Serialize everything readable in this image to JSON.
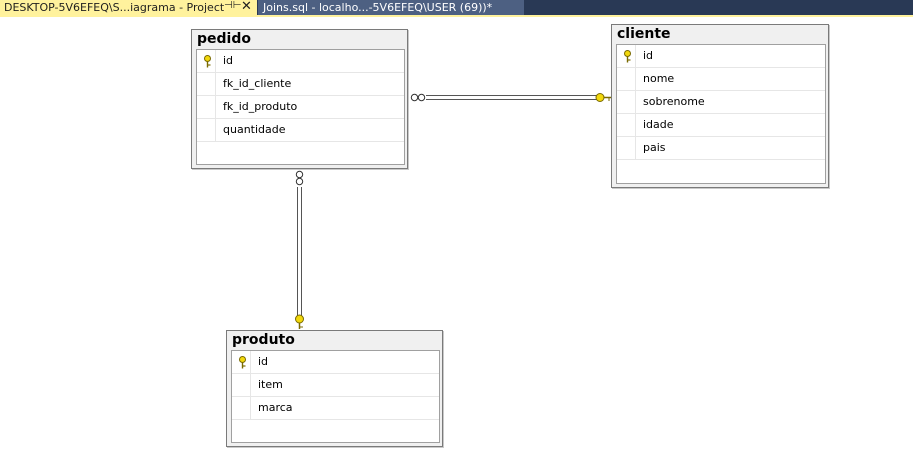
{
  "tabs": [
    {
      "label": "DESKTOP-5V6EFEQ\\S...iagrama - Project",
      "active": true
    },
    {
      "label": "Joins.sql - localho...-5V6EFEQ\\USER (69))*",
      "active": false
    }
  ],
  "icons": {
    "pin": "pin-icon",
    "close": "close-icon",
    "primary_key": "primary-key-icon"
  },
  "colors": {
    "tab_strip_background": "#293955",
    "active_tab": "#fff29d",
    "inactive_tab": "#4d6082",
    "relationship_line": "#555555",
    "key_icon": "#f2d80c"
  },
  "tables": {
    "pedido": {
      "title": "pedido",
      "columns": [
        {
          "name": "id",
          "primary_key": true
        },
        {
          "name": "fk_id_cliente",
          "primary_key": false
        },
        {
          "name": "fk_id_produto",
          "primary_key": false
        },
        {
          "name": "quantidade",
          "primary_key": false
        }
      ]
    },
    "cliente": {
      "title": "cliente",
      "columns": [
        {
          "name": "id",
          "primary_key": true
        },
        {
          "name": "nome",
          "primary_key": false
        },
        {
          "name": "sobrenome",
          "primary_key": false
        },
        {
          "name": "idade",
          "primary_key": false
        },
        {
          "name": "pais",
          "primary_key": false
        }
      ]
    },
    "produto": {
      "title": "produto",
      "columns": [
        {
          "name": "id",
          "primary_key": true
        },
        {
          "name": "item",
          "primary_key": false
        },
        {
          "name": "marca",
          "primary_key": false
        }
      ]
    }
  },
  "relationships": [
    {
      "from": "pedido",
      "to": "cliente",
      "from_end": "many",
      "to_end": "one"
    },
    {
      "from": "pedido",
      "to": "produto",
      "from_end": "many",
      "to_end": "one"
    }
  ]
}
